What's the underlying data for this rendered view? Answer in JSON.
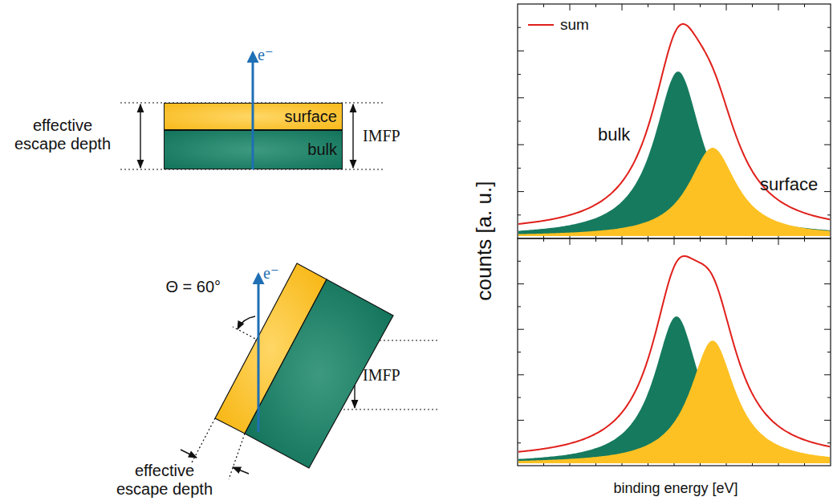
{
  "diagram": {
    "nodes": [
      {
        "text": [
          "surface"
        ]
      },
      {
        "text": [
          "bulk"
        ]
      }
    ],
    "labels": [
      "e⁻",
      "effective escape depth",
      "IMFP",
      "e⁻",
      "Θ = 60°",
      "IMFP",
      "effective escape depth",
      "bulk",
      "surface",
      "counts [a. u.]",
      "binding energy [eV]"
    ],
    "legend": [
      {
        "text": "sum"
      }
    ]
  }
}
